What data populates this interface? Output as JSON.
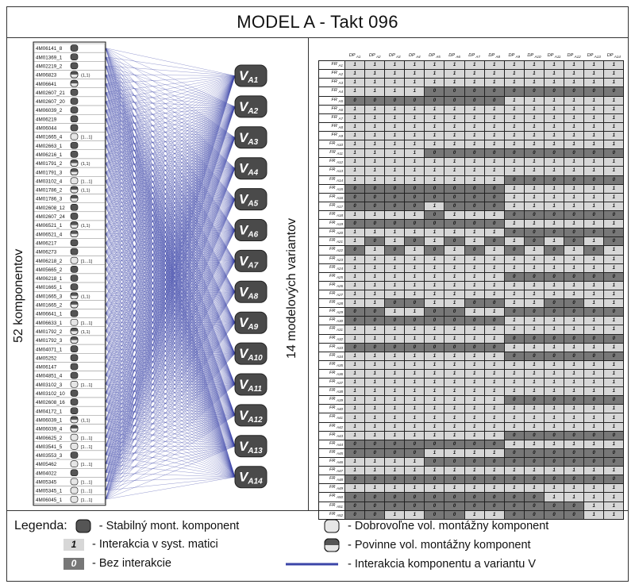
{
  "title": "MODEL A - Takt 096",
  "left_axis_label": "52 komponentov",
  "right_axis_label": "14 modelových variantov",
  "components": [
    {
      "name": "4M06141_8",
      "type": "stable",
      "tag": ""
    },
    {
      "name": "4M01369_1",
      "type": "stable",
      "tag": ""
    },
    {
      "name": "4M02219_2",
      "type": "stable",
      "tag": ""
    },
    {
      "name": "4M06823",
      "type": "mandatory",
      "tag": "(1,1)"
    },
    {
      "name": "4M06641",
      "type": "mandatory",
      "tag": ""
    },
    {
      "name": "4M02607_21",
      "type": "stable",
      "tag": ""
    },
    {
      "name": "4M02607_20",
      "type": "stable",
      "tag": ""
    },
    {
      "name": "4M06039_2",
      "type": "stable",
      "tag": ""
    },
    {
      "name": "4M06219",
      "type": "stable",
      "tag": ""
    },
    {
      "name": "4M06044",
      "type": "stable",
      "tag": ""
    },
    {
      "name": "4M01665_4",
      "type": "optional",
      "tag": "[1...1]"
    },
    {
      "name": "4M02663_1",
      "type": "stable",
      "tag": ""
    },
    {
      "name": "4M06216_1",
      "type": "stable",
      "tag": ""
    },
    {
      "name": "4M01791_2",
      "type": "mandatory",
      "tag": "(1,1)"
    },
    {
      "name": "4M01791_3",
      "type": "mandatory",
      "tag": ""
    },
    {
      "name": "4M03102_4",
      "type": "optional",
      "tag": "[1...1]"
    },
    {
      "name": "4M01786_2",
      "type": "mandatory",
      "tag": "(1,1)"
    },
    {
      "name": "4M01786_3",
      "type": "mandatory",
      "tag": ""
    },
    {
      "name": "4M02608_12",
      "type": "stable",
      "tag": ""
    },
    {
      "name": "4M02607_24",
      "type": "stable",
      "tag": ""
    },
    {
      "name": "4M06521_1",
      "type": "mandatory",
      "tag": "(1,1)"
    },
    {
      "name": "4M06521_4",
      "type": "mandatory",
      "tag": ""
    },
    {
      "name": "4M06217",
      "type": "stable",
      "tag": ""
    },
    {
      "name": "4M06273",
      "type": "stable",
      "tag": ""
    },
    {
      "name": "4M06218_2",
      "type": "optional",
      "tag": "[1...1]"
    },
    {
      "name": "4M05665_2",
      "type": "stable",
      "tag": ""
    },
    {
      "name": "4M06218_1",
      "type": "stable",
      "tag": ""
    },
    {
      "name": "4M01665_1",
      "type": "stable",
      "tag": ""
    },
    {
      "name": "4M01665_3",
      "type": "mandatory",
      "tag": "(1,1)"
    },
    {
      "name": "4M01665_2",
      "type": "mandatory",
      "tag": ""
    },
    {
      "name": "4M06641_1",
      "type": "stable",
      "tag": ""
    },
    {
      "name": "4M06633_1",
      "type": "optional",
      "tag": "[1...1]"
    },
    {
      "name": "4M01792_2",
      "type": "mandatory",
      "tag": "(1,1)"
    },
    {
      "name": "4M01792_3",
      "type": "mandatory",
      "tag": ""
    },
    {
      "name": "4M04071_1",
      "type": "stable",
      "tag": ""
    },
    {
      "name": "4M05252",
      "type": "stable",
      "tag": ""
    },
    {
      "name": "4M06147",
      "type": "stable",
      "tag": ""
    },
    {
      "name": "4M04851_4",
      "type": "stable",
      "tag": ""
    },
    {
      "name": "4M03102_3",
      "type": "optional",
      "tag": "[1...1]"
    },
    {
      "name": "4M03102_10",
      "type": "stable",
      "tag": ""
    },
    {
      "name": "4M02608_16",
      "type": "stable",
      "tag": ""
    },
    {
      "name": "4M04172_1",
      "type": "stable",
      "tag": ""
    },
    {
      "name": "4M06039_1",
      "type": "mandatory",
      "tag": "(1,1)"
    },
    {
      "name": "4M06039_4",
      "type": "mandatory",
      "tag": ""
    },
    {
      "name": "4M06625_2",
      "type": "optional",
      "tag": "[1...1]"
    },
    {
      "name": "4M03541_5",
      "type": "optional",
      "tag": "[1...1]"
    },
    {
      "name": "4M03553_3",
      "type": "stable",
      "tag": ""
    },
    {
      "name": "4M05462",
      "type": "optional",
      "tag": "[1...1]"
    },
    {
      "name": "4M04022",
      "type": "stable",
      "tag": ""
    },
    {
      "name": "4M05345",
      "type": "optional",
      "tag": "[1...1]"
    },
    {
      "name": "4M05345_1",
      "type": "optional",
      "tag": "[1...1]"
    },
    {
      "name": "4M06045_1",
      "type": "optional",
      "tag": "[1...1]"
    }
  ],
  "variants": [
    "V",
    "V",
    "V",
    "V",
    "V",
    "V",
    "V",
    "V",
    "V",
    "V",
    "V",
    "V",
    "V",
    "V"
  ],
  "variant_subscripts": [
    "A1",
    "A2",
    "A3",
    "A4",
    "A5",
    "A6",
    "A7",
    "A8",
    "A9",
    "A10",
    "A11",
    "A12",
    "A13",
    "A14"
  ],
  "matrix": {
    "col_prefix": "DP",
    "col_subscripts": [
      "A1",
      "A2",
      "A3",
      "A4",
      "A5",
      "A6",
      "A7",
      "A8",
      "A9",
      "A10",
      "A11",
      "A12",
      "A13",
      "A14"
    ],
    "row_prefix": "FR",
    "row_subscripts": [
      "A1",
      "A2",
      "A3",
      "A4",
      "A5",
      "A6",
      "A7",
      "A8",
      "A9",
      "A10",
      "A11",
      "A12",
      "A13",
      "A14",
      "A15",
      "A16",
      "A17",
      "A18",
      "A19",
      "A20",
      "A21",
      "A22",
      "A23",
      "A24",
      "A25",
      "A26",
      "A27",
      "A28",
      "A29",
      "A30",
      "A31",
      "A32",
      "A33",
      "A34",
      "A35",
      "A36",
      "A37",
      "A38",
      "A39",
      "A40",
      "A41",
      "A42",
      "A43",
      "A44",
      "A45",
      "A46",
      "A47",
      "A48",
      "A49",
      "A50",
      "A51",
      "A52"
    ],
    "rows": [
      [
        1,
        1,
        1,
        1,
        1,
        1,
        1,
        1,
        1,
        1,
        1,
        1,
        1,
        1
      ],
      [
        1,
        1,
        1,
        1,
        1,
        1,
        1,
        1,
        1,
        1,
        1,
        1,
        1,
        1
      ],
      [
        1,
        1,
        1,
        1,
        1,
        1,
        1,
        1,
        1,
        1,
        1,
        1,
        1,
        1
      ],
      [
        1,
        1,
        1,
        1,
        0,
        0,
        0,
        0,
        0,
        0,
        0,
        0,
        0,
        0
      ],
      [
        0,
        0,
        0,
        0,
        0,
        0,
        0,
        0,
        1,
        1,
        1,
        1,
        1,
        1
      ],
      [
        1,
        1,
        1,
        1,
        1,
        1,
        1,
        1,
        1,
        1,
        1,
        1,
        1,
        1
      ],
      [
        1,
        1,
        1,
        1,
        1,
        1,
        1,
        1,
        1,
        1,
        1,
        1,
        1,
        1
      ],
      [
        1,
        1,
        1,
        1,
        1,
        1,
        1,
        1,
        1,
        1,
        1,
        1,
        1,
        1
      ],
      [
        1,
        1,
        1,
        1,
        1,
        1,
        1,
        1,
        1,
        1,
        1,
        1,
        1,
        1
      ],
      [
        1,
        1,
        1,
        1,
        1,
        1,
        1,
        1,
        1,
        1,
        1,
        1,
        1,
        1
      ],
      [
        1,
        1,
        1,
        1,
        0,
        0,
        0,
        0,
        0,
        0,
        0,
        0,
        0,
        0
      ],
      [
        1,
        1,
        1,
        1,
        1,
        1,
        1,
        1,
        1,
        1,
        1,
        1,
        1,
        1
      ],
      [
        1,
        1,
        1,
        1,
        1,
        1,
        1,
        1,
        1,
        1,
        1,
        1,
        1,
        1
      ],
      [
        1,
        1,
        1,
        1,
        1,
        1,
        1,
        1,
        0,
        0,
        0,
        0,
        0,
        0
      ],
      [
        0,
        0,
        0,
        0,
        0,
        0,
        0,
        0,
        1,
        1,
        1,
        1,
        1,
        1
      ],
      [
        0,
        0,
        0,
        0,
        0,
        0,
        0,
        0,
        1,
        1,
        1,
        1,
        1,
        1
      ],
      [
        0,
        0,
        0,
        0,
        1,
        0,
        0,
        0,
        1,
        1,
        1,
        1,
        1,
        1
      ],
      [
        1,
        1,
        1,
        1,
        0,
        1,
        1,
        1,
        0,
        0,
        0,
        0,
        0,
        0
      ],
      [
        0,
        0,
        0,
        0,
        0,
        0,
        0,
        0,
        1,
        1,
        1,
        1,
        1,
        1
      ],
      [
        1,
        1,
        1,
        1,
        1,
        1,
        1,
        1,
        0,
        0,
        0,
        0,
        0,
        0
      ],
      [
        1,
        0,
        1,
        0,
        1,
        0,
        1,
        0,
        1,
        0,
        1,
        0,
        1,
        0
      ],
      [
        0,
        1,
        0,
        1,
        0,
        1,
        0,
        1,
        0,
        1,
        0,
        1,
        0,
        1
      ],
      [
        1,
        1,
        1,
        1,
        1,
        1,
        1,
        1,
        1,
        1,
        1,
        1,
        1,
        1
      ],
      [
        1,
        1,
        1,
        1,
        1,
        1,
        1,
        1,
        1,
        1,
        1,
        1,
        1,
        1
      ],
      [
        1,
        1,
        1,
        1,
        1,
        1,
        1,
        1,
        0,
        0,
        0,
        0,
        0,
        0
      ],
      [
        1,
        1,
        1,
        1,
        1,
        1,
        1,
        1,
        1,
        1,
        1,
        1,
        1,
        1
      ],
      [
        1,
        1,
        1,
        1,
        1,
        1,
        1,
        1,
        1,
        1,
        1,
        1,
        1,
        1
      ],
      [
        1,
        1,
        0,
        0,
        1,
        1,
        0,
        0,
        1,
        1,
        0,
        0,
        1,
        1
      ],
      [
        0,
        0,
        1,
        1,
        0,
        0,
        1,
        1,
        0,
        0,
        0,
        0,
        0,
        0
      ],
      [
        0,
        0,
        0,
        0,
        0,
        0,
        0,
        0,
        1,
        1,
        1,
        1,
        1,
        1
      ],
      [
        1,
        1,
        1,
        1,
        1,
        1,
        1,
        1,
        1,
        1,
        1,
        1,
        1,
        1
      ],
      [
        1,
        1,
        1,
        1,
        1,
        1,
        1,
        1,
        0,
        0,
        0,
        0,
        0,
        0
      ],
      [
        0,
        0,
        0,
        0,
        0,
        0,
        0,
        0,
        1,
        1,
        1,
        1,
        1,
        1
      ],
      [
        1,
        1,
        1,
        1,
        1,
        1,
        1,
        1,
        0,
        0,
        0,
        0,
        0,
        0
      ],
      [
        1,
        1,
        1,
        1,
        1,
        1,
        1,
        1,
        1,
        1,
        1,
        1,
        1,
        1
      ],
      [
        1,
        1,
        1,
        1,
        1,
        1,
        1,
        1,
        1,
        1,
        1,
        1,
        1,
        1
      ],
      [
        1,
        1,
        1,
        1,
        1,
        1,
        1,
        1,
        1,
        1,
        1,
        1,
        1,
        1
      ],
      [
        1,
        1,
        1,
        1,
        1,
        1,
        1,
        1,
        1,
        1,
        1,
        1,
        1,
        1
      ],
      [
        1,
        1,
        1,
        1,
        1,
        1,
        1,
        1,
        0,
        0,
        0,
        0,
        0,
        0
      ],
      [
        1,
        1,
        1,
        1,
        1,
        1,
        1,
        1,
        1,
        1,
        1,
        1,
        1,
        1
      ],
      [
        1,
        1,
        1,
        1,
        1,
        1,
        1,
        1,
        1,
        1,
        1,
        1,
        1,
        1
      ],
      [
        1,
        1,
        1,
        1,
        1,
        1,
        1,
        1,
        1,
        1,
        1,
        1,
        1,
        1
      ],
      [
        1,
        1,
        1,
        1,
        1,
        1,
        1,
        1,
        0,
        0,
        0,
        0,
        0,
        0
      ],
      [
        0,
        0,
        0,
        0,
        0,
        0,
        0,
        0,
        1,
        1,
        1,
        1,
        1,
        1
      ],
      [
        0,
        0,
        0,
        0,
        1,
        1,
        1,
        1,
        0,
        0,
        0,
        0,
        0,
        0
      ],
      [
        1,
        1,
        1,
        1,
        0,
        0,
        0,
        0,
        0,
        0,
        0,
        0,
        0,
        0
      ],
      [
        1,
        1,
        1,
        1,
        1,
        1,
        1,
        1,
        1,
        1,
        1,
        1,
        1,
        1
      ],
      [
        0,
        0,
        0,
        0,
        0,
        0,
        0,
        0,
        0,
        0,
        0,
        0,
        0,
        0
      ],
      [
        1,
        1,
        1,
        1,
        1,
        1,
        1,
        1,
        1,
        1,
        1,
        1,
        1,
        1
      ],
      [
        0,
        0,
        0,
        0,
        0,
        0,
        0,
        0,
        0,
        0,
        1,
        1,
        1,
        1
      ],
      [
        0,
        0,
        0,
        0,
        0,
        0,
        0,
        0,
        0,
        0,
        0,
        0,
        1,
        1
      ],
      [
        0,
        0,
        1,
        1,
        0,
        0,
        1,
        1,
        0,
        0,
        0,
        0,
        1,
        1
      ]
    ]
  },
  "legend": {
    "title": "Legenda:",
    "stable": "- Stabilný mont. komponent",
    "interaction": "- Interakcia v syst. matici",
    "interaction_value": "1",
    "no_interaction": "- Bez interakcie",
    "no_interaction_value": "0",
    "optional": "- Dobrovoľne vol. montážny komponent",
    "mandatory": "- Povinne vol. montážny komponent",
    "edge": "- Interakcia komponentu a variantu V"
  },
  "colors": {
    "edge": "#3b45a8",
    "stable_fill": "#555555",
    "variant_fill": "#4a4a4a",
    "one_fill": "#d7d7d7",
    "zero_fill": "#777777"
  }
}
